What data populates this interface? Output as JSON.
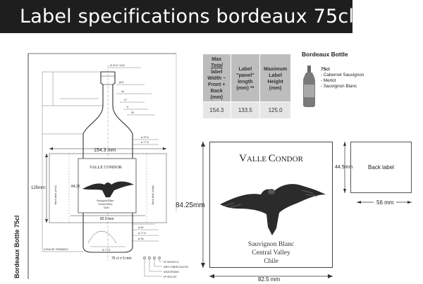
{
  "title": "Label specifications bordeaux 75cl...",
  "side_label": "Bordeaux Bottle 75cl",
  "table": {
    "headers": [
      "Max Total label Width ~ Front + Back (mm)",
      "Label \"panel\" length (mm) **",
      "Maximum Label Height (mm)"
    ],
    "header_parts": {
      "h1a": "Max",
      "h1b": "Total",
      "h1c": "label Width ~ Front + Back (mm)",
      "h2": "Label \"panel\" length (mm) **",
      "h3": "Maximum Label Height (mm)"
    },
    "values": [
      "154.3",
      "133.5",
      "125.0"
    ]
  },
  "bordeaux_bottle": {
    "title": "Bordeaux Bottle",
    "size": "75cl",
    "varietals": [
      "Cabernet Sauvignon",
      "Merlot",
      "Sauvignon Blanc"
    ]
  },
  "front_label": {
    "brand_v": "V",
    "brand_alle": "ALLE ",
    "brand_c": "C",
    "brand_ondor": "ONDOR",
    "wine": "Sauvignon Blanc",
    "region": "Central Valley",
    "country": "Chile",
    "width": "82.5 mm",
    "height": "84.25mm"
  },
  "back_label": {
    "text": "Back label",
    "height": "44.5mm",
    "width": "56 mm"
  },
  "drawing": {
    "overall_width": "154.3 mm",
    "label_height": "125mm",
    "label_width": "82.5 mm",
    "mini_label_height": "84.25",
    "mini_brand": "VALLE CONDOR",
    "mini_wine": "Sauvignon Blanc",
    "mini_region": "Central Valley",
    "mini_country": "Chile",
    "back_label_text_1": "Back label (neck)",
    "back_label_text_2": "Back label (body)",
    "bottom_label": "75 cl ± 5 mm",
    "label_lines": [
      "Nº MODELO",
      "AÑO FABRICACIÓN",
      "ANAGRAMA",
      "Nº MOLDE"
    ],
    "diameter_label": "Ø 77.5",
    "top_dim": "Ø 29.5 / 18.5",
    "capacity_note": "ZONA DE GRABADO",
    "small_dims": [
      "18.5",
      "40",
      "27",
      "6",
      "30",
      "ø 29.6",
      "ø 77.8",
      "ø 80",
      "ø 77.5",
      "ø 36"
    ]
  },
  "colors": {
    "title_bar": "#1e1e1e",
    "table_header": "#bdbdbd",
    "table_cell": "#e6e6e6"
  }
}
